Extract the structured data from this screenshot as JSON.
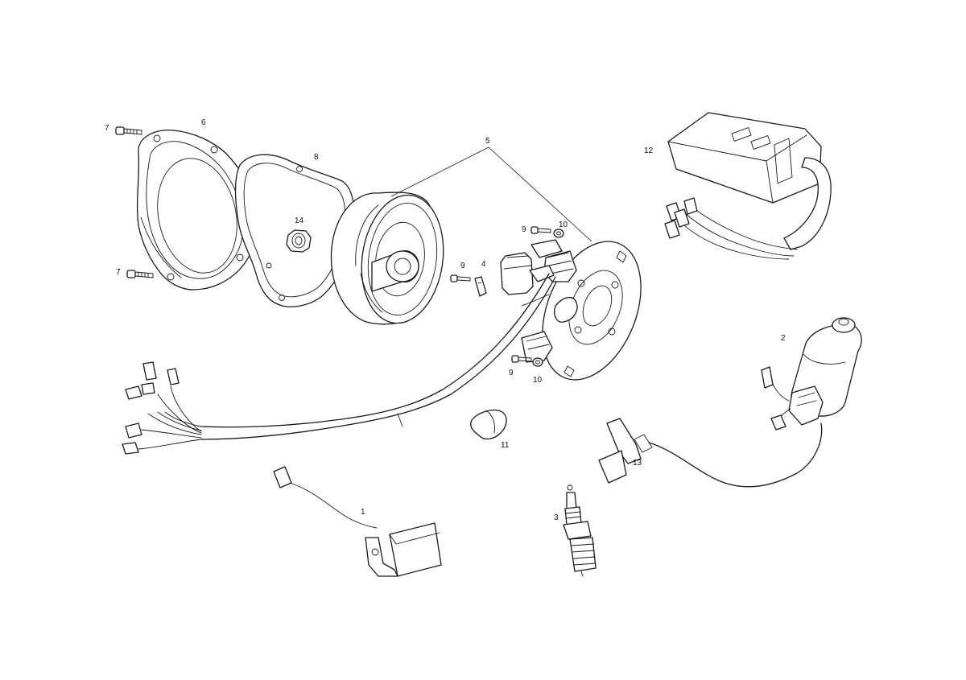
{
  "callouts": {
    "c1": "1",
    "c2": "2",
    "c3": "3",
    "c4": "4",
    "c5": "5",
    "c6": "6",
    "c7a": "7",
    "c7b": "7",
    "c8": "8",
    "c9a": "9",
    "c9b": "9",
    "c9c": "9",
    "c10a": "10",
    "c10b": "10",
    "c11": "11",
    "c12": "12",
    "c13": "13",
    "c14": "14"
  },
  "colors": {
    "line": "#1a1a1a",
    "background": "#ffffff"
  }
}
